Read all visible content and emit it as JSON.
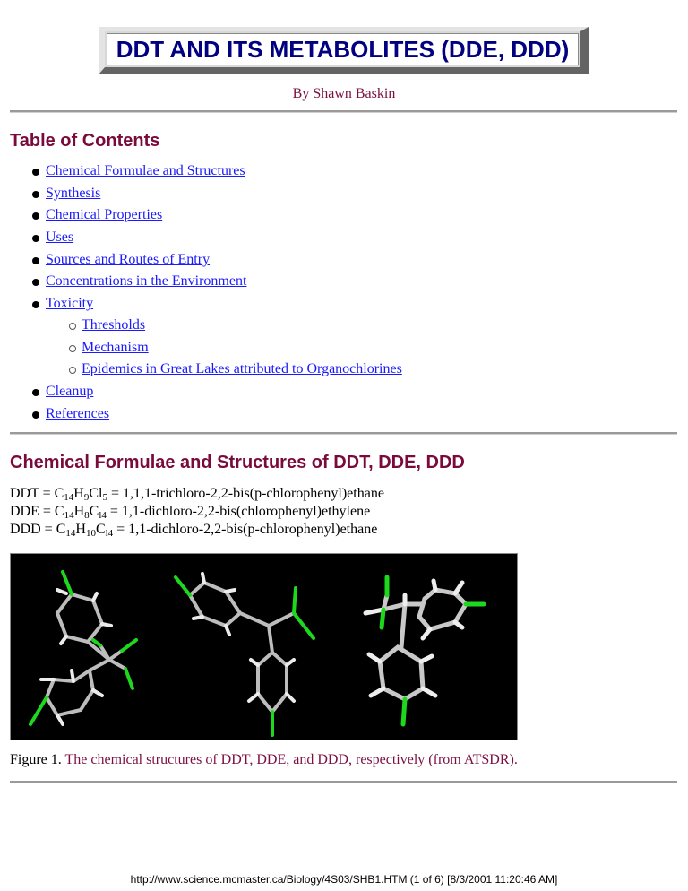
{
  "header": {
    "title": "DDT AND ITS METABOLITES (DDE, DDD)",
    "byline": "By Shawn Baskin",
    "colors": {
      "title_text": "#000080",
      "byline": "#7b1040"
    }
  },
  "toc": {
    "heading": "Table of Contents",
    "items": [
      {
        "label": "Chemical Formulae and Structures"
      },
      {
        "label": "Synthesis"
      },
      {
        "label": "Chemical Properties"
      },
      {
        "label": "Uses"
      },
      {
        "label": "Sources and Routes of Entry"
      },
      {
        "label": "Concentrations in the Environment"
      },
      {
        "label": "Toxicity",
        "children": [
          {
            "label": "Thresholds"
          },
          {
            "label": "Mechanism"
          },
          {
            "label": "Epidemics in Great Lakes attributed to Organochlorines"
          }
        ]
      },
      {
        "label": "Cleanup"
      },
      {
        "label": "References"
      }
    ],
    "colors": {
      "heading": "#7b0a3c",
      "link": "#1a1aff"
    }
  },
  "formulae_section": {
    "heading": "Chemical Formulae and Structures of DDT, DDE, DDD",
    "formulae": [
      {
        "name": "DDT",
        "eq": " = ",
        "formula_parts": [
          [
            "C",
            ""
          ],
          [
            "14",
            "sub"
          ],
          [
            "H",
            ""
          ],
          [
            "9",
            "sub"
          ],
          [
            "Cl",
            ""
          ],
          [
            "5",
            "sub"
          ]
        ],
        "iupac": " = 1,1,1-trichloro-2,2-bis(p-chlorophenyl)ethane"
      },
      {
        "name": "DDE",
        "eq": " = ",
        "formula_parts": [
          [
            "C",
            ""
          ],
          [
            "14",
            "sub"
          ],
          [
            "H",
            ""
          ],
          [
            "8",
            "sub"
          ],
          [
            "C",
            ""
          ],
          [
            "l4",
            "sub"
          ]
        ],
        "iupac": " = 1,1-dichloro-2,2-bis(chlorophenyl)ethylene"
      },
      {
        "name": "DDD",
        "eq": " = ",
        "formula_parts": [
          [
            "C",
            ""
          ],
          [
            "14",
            "sub"
          ],
          [
            "H",
            ""
          ],
          [
            "10",
            "sub"
          ],
          [
            "C",
            ""
          ],
          [
            "l4",
            "sub"
          ]
        ],
        "iupac": " = 1,1-dichloro-2,2-bis(p-chlorophenyl)ethane"
      }
    ],
    "figure": {
      "alt": "3D stick models of DDT, DDE and DDD",
      "label": "Figure 1.",
      "caption": " The chemical structures of DDT, DDE, and DDD, respectively (from ATSDR).",
      "colors": {
        "background": "#000000",
        "carbon_bond": "#c0c0c0",
        "hydrogen": "#e8e8e8",
        "chlorine": "#1ed81e"
      }
    }
  },
  "footer": {
    "text": "http://www.science.mcmaster.ca/Biology/4S03/SHB1.HTM (1 of 6) [8/3/2001 11:20:46 AM]"
  }
}
